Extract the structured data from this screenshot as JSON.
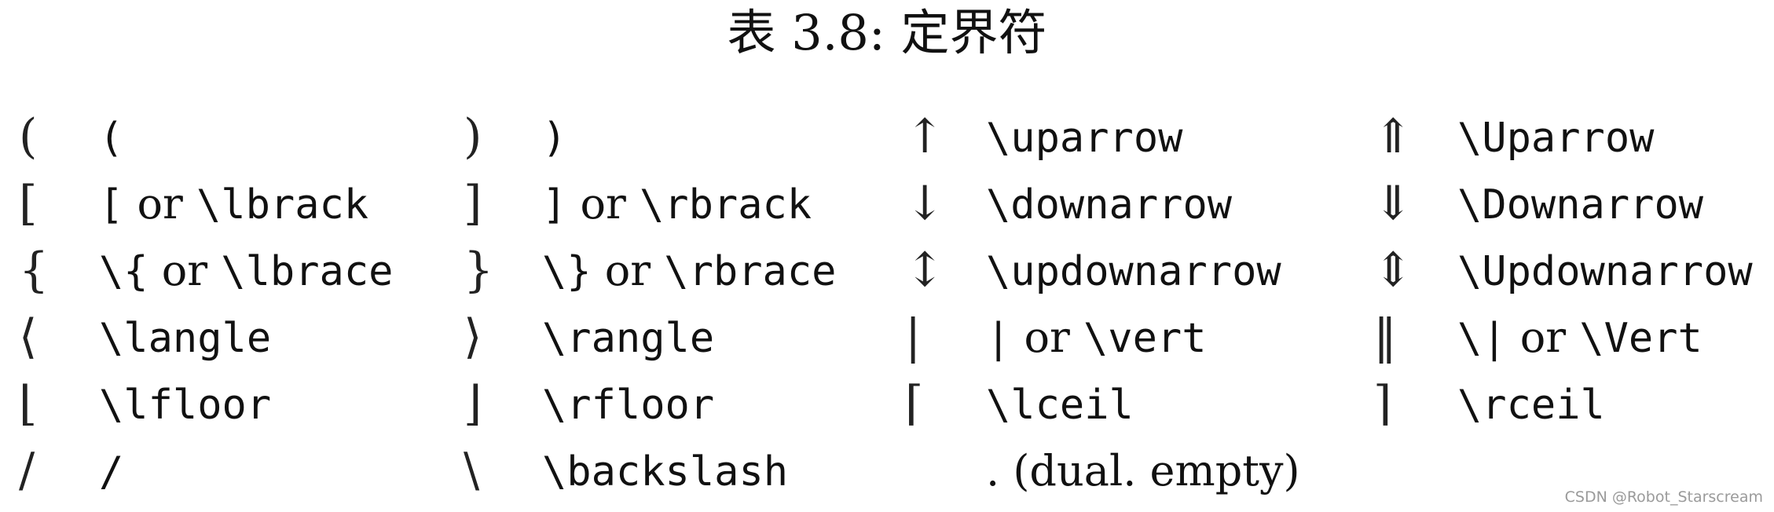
{
  "caption": "表 3.8: 定界符",
  "rows": [
    [
      {
        "sym": "(",
        "parts": [
          {
            "t": "(",
            "f": "tt"
          }
        ]
      },
      {
        "sym": ")",
        "parts": [
          {
            "t": ")",
            "f": "tt"
          }
        ]
      },
      {
        "sym": "↑",
        "parts": [
          {
            "t": "\\uparrow",
            "f": "tt"
          }
        ]
      },
      {
        "sym": "⇑",
        "parts": [
          {
            "t": "\\Uparrow",
            "f": "tt"
          }
        ]
      }
    ],
    [
      {
        "sym": "[",
        "parts": [
          {
            "t": "[",
            "f": "tt"
          },
          {
            "t": " or ",
            "f": "rm"
          },
          {
            "t": "\\lbrack",
            "f": "tt"
          }
        ]
      },
      {
        "sym": "]",
        "parts": [
          {
            "t": "]",
            "f": "tt"
          },
          {
            "t": " or ",
            "f": "rm"
          },
          {
            "t": "\\rbrack",
            "f": "tt"
          }
        ]
      },
      {
        "sym": "↓",
        "parts": [
          {
            "t": "\\downarrow",
            "f": "tt"
          }
        ]
      },
      {
        "sym": "⇓",
        "parts": [
          {
            "t": "\\Downarrow",
            "f": "tt"
          }
        ]
      }
    ],
    [
      {
        "sym": "{",
        "parts": [
          {
            "t": "\\{",
            "f": "tt"
          },
          {
            "t": " or ",
            "f": "rm"
          },
          {
            "t": "\\lbrace",
            "f": "tt"
          }
        ]
      },
      {
        "sym": "}",
        "parts": [
          {
            "t": "\\}",
            "f": "tt"
          },
          {
            "t": " or ",
            "f": "rm"
          },
          {
            "t": "\\rbrace",
            "f": "tt"
          }
        ]
      },
      {
        "sym": "↕",
        "parts": [
          {
            "t": "\\updownarrow",
            "f": "tt"
          }
        ]
      },
      {
        "sym": "⇕",
        "parts": [
          {
            "t": "\\Updownarrow",
            "f": "tt"
          }
        ]
      }
    ],
    [
      {
        "sym": "⟨",
        "parts": [
          {
            "t": "\\langle",
            "f": "tt"
          }
        ]
      },
      {
        "sym": "⟩",
        "parts": [
          {
            "t": "\\rangle",
            "f": "tt"
          }
        ]
      },
      {
        "sym": "|",
        "parts": [
          {
            "t": "|",
            "f": "tt"
          },
          {
            "t": " or ",
            "f": "rm"
          },
          {
            "t": "\\vert",
            "f": "tt"
          }
        ]
      },
      {
        "sym": "‖",
        "parts": [
          {
            "t": "\\|",
            "f": "tt"
          },
          {
            "t": " or ",
            "f": "rm"
          },
          {
            "t": "\\Vert",
            "f": "tt"
          }
        ]
      }
    ],
    [
      {
        "sym": "⌊",
        "parts": [
          {
            "t": "\\lfloor",
            "f": "tt"
          }
        ]
      },
      {
        "sym": "⌋",
        "parts": [
          {
            "t": "\\rfloor",
            "f": "tt"
          }
        ]
      },
      {
        "sym": "⌈",
        "parts": [
          {
            "t": "\\lceil",
            "f": "tt"
          }
        ]
      },
      {
        "sym": "⌉",
        "parts": [
          {
            "t": "\\rceil",
            "f": "tt"
          }
        ]
      }
    ],
    [
      {
        "sym": "/",
        "parts": [
          {
            "t": "/",
            "f": "tt"
          }
        ]
      },
      {
        "sym": "\\",
        "parts": [
          {
            "t": "\\backslash",
            "f": "tt"
          }
        ]
      },
      {
        "sym": "",
        "parts": [
          {
            "t": ". (dual. empty)",
            "f": "rm"
          }
        ]
      },
      {
        "sym": "",
        "parts": []
      }
    ]
  ],
  "watermark": "CSDN @Robot_Starscream"
}
